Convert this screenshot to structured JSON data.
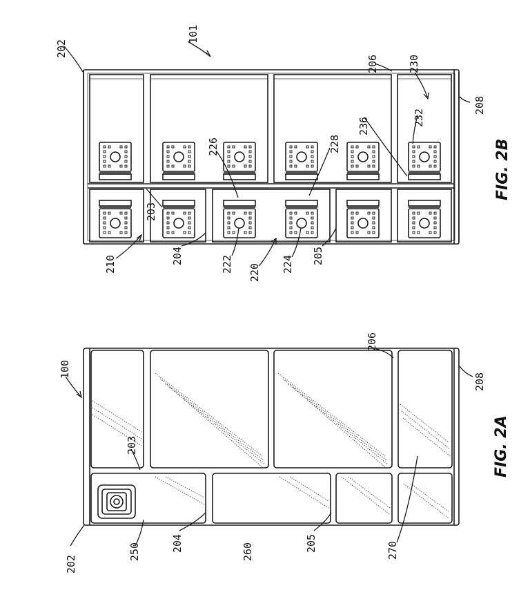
{
  "figures": [
    {
      "id": "fig2b",
      "caption": "FIG. 2B",
      "labels": {
        "device": "101",
        "frame": "202",
        "rail_203": "203",
        "rail_204": "204",
        "rail_205": "205",
        "frame_edge_206": "206",
        "side_208": "208",
        "slot_210": "210",
        "slot_220": "220",
        "connector_222": "222",
        "connector_224": "224",
        "connector_226": "226",
        "connector_228": "228",
        "slot_230": "230",
        "connector_232": "232",
        "connector_236": "236"
      }
    },
    {
      "id": "fig2a",
      "caption": "FIG. 2A",
      "labels": {
        "device": "100",
        "frame": "202",
        "rail_203": "203",
        "rail_204": "204",
        "rail_205": "205",
        "frame_edge_206": "206",
        "side_208": "208",
        "module_250": "250",
        "module_260": "260",
        "module_270": "270"
      }
    }
  ]
}
